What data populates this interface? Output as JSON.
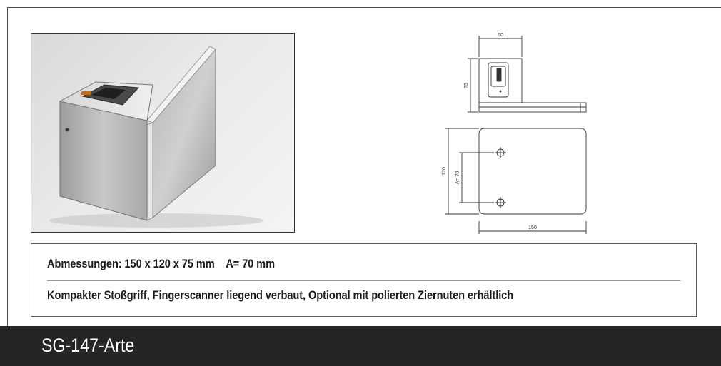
{
  "product_photo": {
    "subject": "stainless steel push handle with integrated fingerprint scanner"
  },
  "drawing": {
    "top_width": "60",
    "height": "75",
    "plate_height": "120",
    "hole_distance": "A= 70",
    "plate_width": "150"
  },
  "description": {
    "dimensions": "Abmessungen: 150 x 120 x 75 mm",
    "a_value": "A= 70 mm",
    "text": "Kompakter Stoßgriff, Fingerscanner liegend verbaut, Optional mit polierten Ziernuten erhältlich"
  },
  "footer": {
    "title": "SG-147-Arte"
  },
  "colors": {
    "footer_bg": "#252525",
    "frame": "#4a4a4a"
  }
}
